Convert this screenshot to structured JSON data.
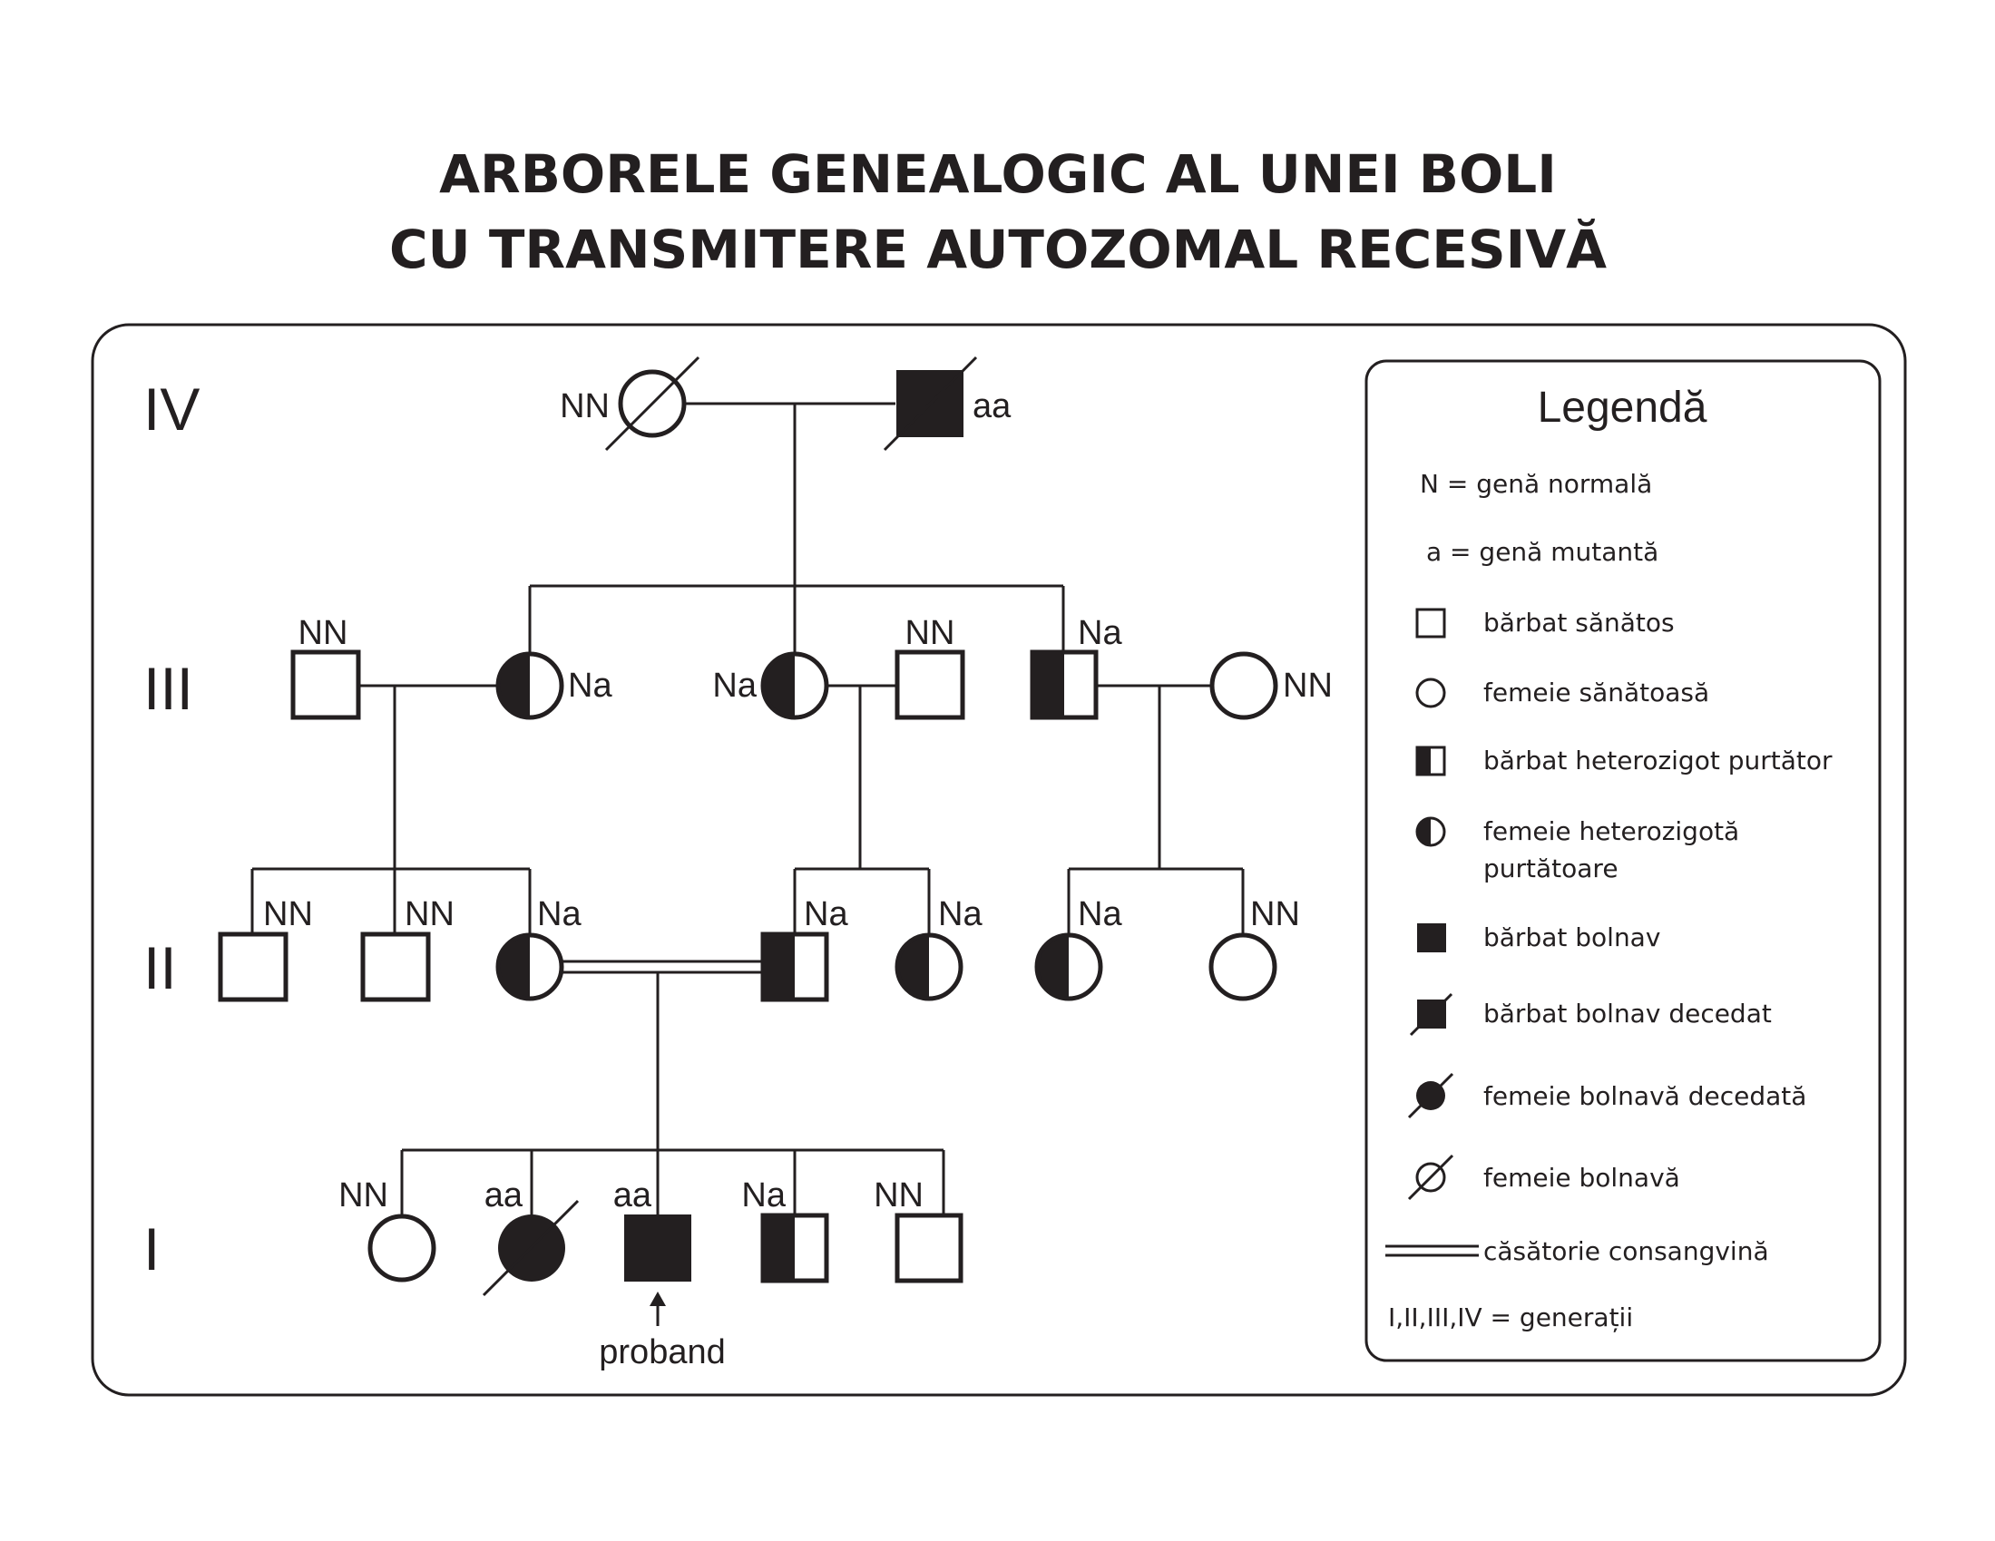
{
  "title": {
    "line1": "ARBORELE GENEALOGIC AL UNEI BOLI",
    "line2": "CU TRANSMITERE AUTOZOMAL RECESIVĂ"
  },
  "generations": {
    "iv": "IV",
    "iii": "III",
    "ii": "II",
    "i": "I"
  },
  "individuals": {
    "iv_f": "NN",
    "iv_m": "aa",
    "iii_m1": "NN",
    "iii_f1": "Na",
    "iii_f2": "Na",
    "iii_m2": "NN",
    "iii_m3": "Na",
    "iii_f3": "NN",
    "ii_m1": "NN",
    "ii_m2": "NN",
    "ii_f1": "Na",
    "ii_m3": "Na",
    "ii_f2": "Na",
    "ii_f3": "Na",
    "ii_f4": "NN",
    "i_f1": "NN",
    "i_f2": "aa",
    "i_m1": "aa",
    "i_m2": "Na",
    "i_m3": "NN"
  },
  "proband": "proband",
  "legend": {
    "title": "Legendă",
    "n_gene": "N = genă normală",
    "a_gene": "a = genă mutantă",
    "healthy_male": "bărbat sănătos",
    "healthy_female": "femeie sănătoasă",
    "carrier_male": "bărbat heterozigot purtător",
    "carrier_female_1": "femeie heterozigotă",
    "carrier_female_2": "purtătoare",
    "affected_male": "bărbat bolnav",
    "affected_male_dead": "bărbat bolnav decedat",
    "affected_female_dead": "femeie bolnavă decedată",
    "affected_female": "femeie bolnavă",
    "consanguineous": "căsătorie consangvină",
    "generations": "I,II,III,IV = generații"
  },
  "colors": {
    "ink": "#231f20",
    "background": "#ffffff"
  }
}
